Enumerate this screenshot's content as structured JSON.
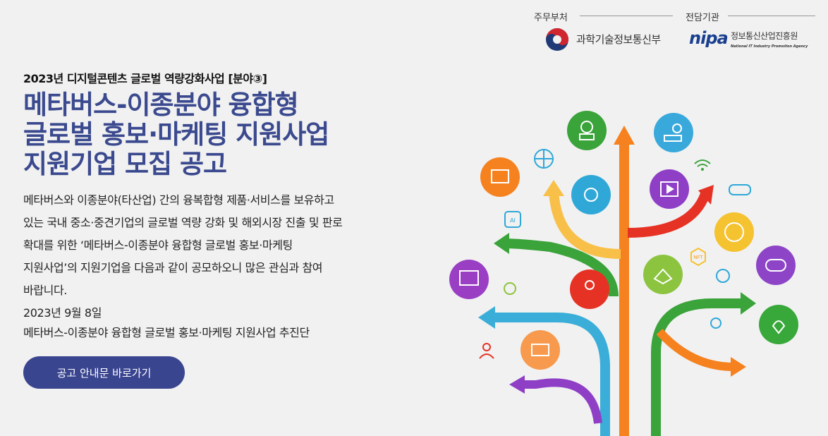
{
  "header": {
    "ministry_label": "주무부처",
    "ministry_name": "과학기술정보통신부",
    "agency_label": "전담기관",
    "agency_logo": "nipa",
    "agency_name": "정보통신산업진흥원",
    "agency_name_en": "National IT Industry Promotion Agency"
  },
  "main": {
    "program": "2023년 디지털콘텐츠 글로벌 역량강화사업 [분야③]",
    "title_lines": [
      "메타버스-이종분야 융합형",
      "글로벌 홍보·마케팅 지원사업",
      "지원기업 모집 공고"
    ],
    "description_lines": [
      "메타버스와 이종분야(타산업) 간의 융복합형 제품·서비스를 보유하고",
      "있는 국내 중소·중견기업의 글로벌 역량 강화 및 해외시장 진출 및 판로",
      "확대를 위한 ‘메타버스-이종분야 융합형 글로벌 홍보·마케팅",
      "지원사업’의 지원기업을 다음과 같이 공모하오니 많은 관심과 참여",
      "바랍니다."
    ],
    "date": "2023년 9월 8일",
    "organizer": "메타버스-이종분야 융합형 글로벌 홍보·마케팅 지원사업 추진단",
    "button_label": "공고 안내문 바로가기"
  },
  "illustration": {
    "small_badges": [
      "AI",
      "NFT"
    ],
    "colors": {
      "title": "#3b4a8f",
      "button": "#3a4590",
      "background": "#f1f1f1"
    }
  }
}
